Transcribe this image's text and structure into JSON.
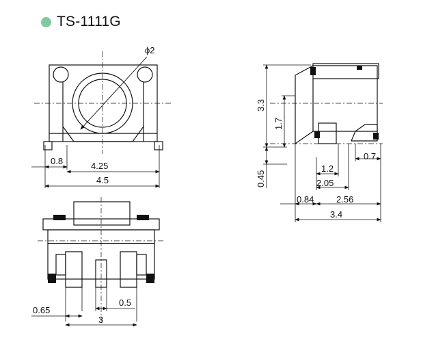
{
  "title": "TS-1111G",
  "title_dot_color": "#7ec9a0",
  "top_view": {
    "diameter_label": "ϕ2",
    "dim_pin_offset": "0.8",
    "dim_pin_pitch": "4.25",
    "dim_body_width": "4.5"
  },
  "side_view": {
    "dim_height_total": "3.3",
    "dim_height_mid": "1.7",
    "dim_lower": "0.45",
    "dim_pad_len": "0.7",
    "dim_a": "1.2",
    "dim_b": "2.05",
    "dim_c": "0.84",
    "dim_d": "2.56",
    "dim_total_len": "3.4"
  },
  "front_view": {
    "dim_left": "0.65",
    "dim_mid": "0.5",
    "dim_width": "3"
  }
}
